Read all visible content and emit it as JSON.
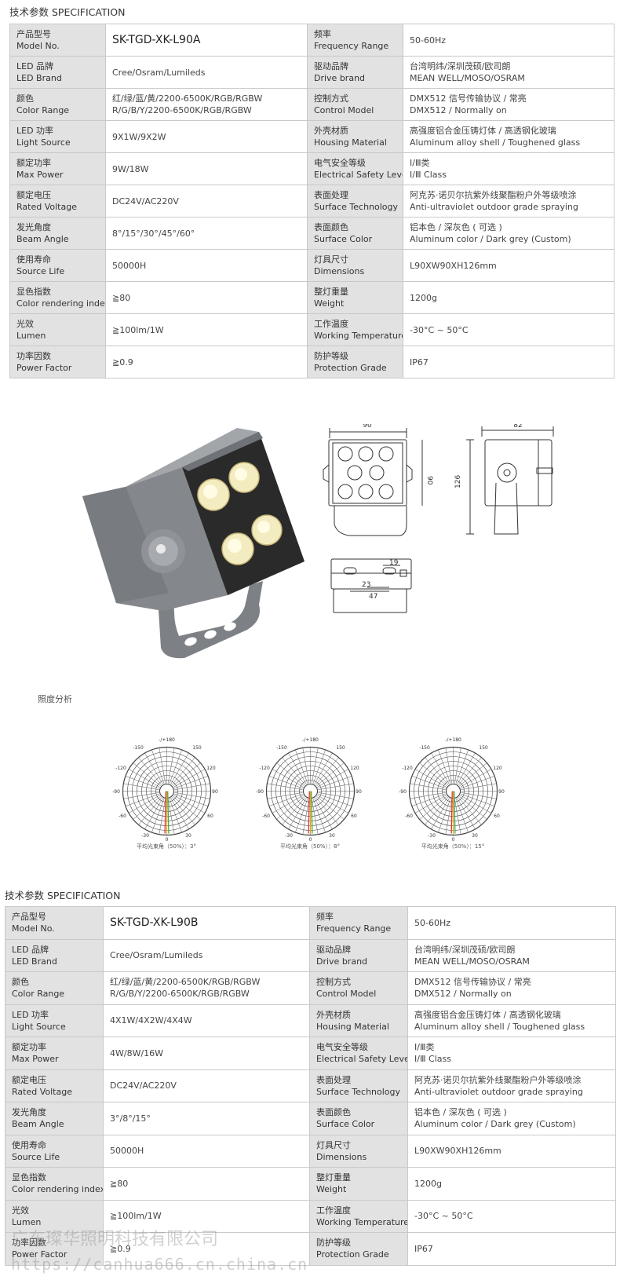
{
  "section_a": {
    "title": "技术参数 SPECIFICATION",
    "rows": [
      {
        "l1_cn": "产品型号",
        "l1_en": "Model No.",
        "v1": [
          "SK-TGD-XK-L90A"
        ],
        "l2_cn": "频率",
        "l2_en": "Frequency Range",
        "v2": [
          "50-60Hz"
        ]
      },
      {
        "l1_cn": "LED 品牌",
        "l1_en": "LED Brand",
        "v1": [
          "Cree/Osram/Lumileds"
        ],
        "l2_cn": "驱动品牌",
        "l2_en": "Drive brand",
        "v2": [
          "台湾明纬/深圳茂硕/欧司朗",
          "MEAN WELL/MOSO/OSRAM"
        ]
      },
      {
        "l1_cn": "颜色",
        "l1_en": "Color Range",
        "v1": [
          "红/绿/蓝/黄/2200-6500K/RGB/RGBW",
          "R/G/B/Y/2200-6500K/RGB/RGBW"
        ],
        "l2_cn": "控制方式",
        "l2_en": "Control Model",
        "v2": [
          "DMX512 信号传输协议 / 常亮",
          "DMX512 / Normally on"
        ]
      },
      {
        "l1_cn": "LED 功率",
        "l1_en": "Light Source",
        "v1": [
          "9X1W/9X2W"
        ],
        "l2_cn": "外壳材质",
        "l2_en": "Housing Material",
        "v2": [
          "高强度铝合金压铸灯体 / 高透钢化玻璃",
          "Aluminum alloy shell / Toughened glass"
        ]
      },
      {
        "l1_cn": "额定功率",
        "l1_en": "Max Power",
        "v1": [
          "9W/18W"
        ],
        "l2_cn": "电气安全等级",
        "l2_en": "Electrical Safety Level",
        "v2": [
          "Ⅰ/Ⅲ类",
          "Ⅰ/Ⅲ Class"
        ]
      },
      {
        "l1_cn": "额定电压",
        "l1_en": "Rated Voltage",
        "v1": [
          "DC24V/AC220V"
        ],
        "l2_cn": "表面处理",
        "l2_en": "Surface Technology",
        "v2": [
          "阿克苏·诺贝尔抗紫外线聚酯粉户外等级喷涂",
          "Anti-ultraviolet outdoor grade spraying"
        ]
      },
      {
        "l1_cn": "发光角度",
        "l1_en": "Beam Angle",
        "v1": [
          "8°/15°/30°/45°/60°"
        ],
        "l2_cn": "表面颜色",
        "l2_en": "Surface Color",
        "v2": [
          "铝本色 / 深灰色 ( 可选 )",
          "Aluminum color / Dark grey (Custom)"
        ]
      },
      {
        "l1_cn": "使用寿命",
        "l1_en": "Source Life",
        "v1": [
          "50000H"
        ],
        "l2_cn": "灯具尺寸",
        "l2_en": "Dimensions",
        "v2": [
          "L90XW90XH126mm"
        ]
      },
      {
        "l1_cn": "显色指数",
        "l1_en": "Color rendering index",
        "v1": [
          "≧80"
        ],
        "l2_cn": "整灯重量",
        "l2_en": "Weight",
        "v2": [
          "1200g"
        ]
      },
      {
        "l1_cn": "光效",
        "l1_en": "Lumen",
        "v1": [
          "≧100lm/1W"
        ],
        "l2_cn": "工作温度",
        "l2_en": "Working Temperature",
        "v2": [
          "-30°C ~ 50°C"
        ]
      },
      {
        "l1_cn": "功率因数",
        "l1_en": "Power Factor",
        "v1": [
          "≧0.9"
        ],
        "l2_cn": "防护等级",
        "l2_en": "Protection Grade",
        "v2": [
          "IP67"
        ]
      }
    ]
  },
  "drawing": {
    "front_width": "90",
    "front_height": "90",
    "side_width": "82",
    "side_height": "126",
    "bottom_dim_a": "19",
    "bottom_dim_b": "23",
    "bottom_dim_c": "47"
  },
  "illumination": {
    "label": "照度分析",
    "charts": [
      {
        "caption": "平均光束角（50%）：3°"
      },
      {
        "caption": "平均光束角（50%）：8°"
      },
      {
        "caption": "平均光束角（50%）：15°"
      }
    ],
    "angle_labels": {
      "top": "-/+180",
      "tl": "-150",
      "tr": "150",
      "l1": "-120",
      "r1": "120",
      "l2": "-90",
      "r2": "90",
      "l3": "-60",
      "r3": "60",
      "bl": "-30",
      "bm": "0",
      "br": "30"
    }
  },
  "section_b": {
    "title": "技术参数 SPECIFICATION",
    "rows": [
      {
        "l1_cn": "产品型号",
        "l1_en": "Model No.",
        "v1": [
          "SK-TGD-XK-L90B"
        ],
        "l2_cn": "频率",
        "l2_en": "Frequency Range",
        "v2": [
          "50-60Hz"
        ]
      },
      {
        "l1_cn": "LED 品牌",
        "l1_en": "LED Brand",
        "v1": [
          "Cree/Osram/Lumileds"
        ],
        "l2_cn": "驱动品牌",
        "l2_en": "Drive brand",
        "v2": [
          "台湾明纬/深圳茂硕/欧司朗",
          "MEAN WELL/MOSO/OSRAM"
        ]
      },
      {
        "l1_cn": "颜色",
        "l1_en": "Color Range",
        "v1": [
          "红/绿/蓝/黄/2200-6500K/RGB/RGBW",
          "R/G/B/Y/2200-6500K/RGB/RGBW"
        ],
        "l2_cn": "控制方式",
        "l2_en": "Control Model",
        "v2": [
          "DMX512 信号传输协议 / 常亮",
          "DMX512 / Normally on"
        ]
      },
      {
        "l1_cn": "LED 功率",
        "l1_en": "Light Source",
        "v1": [
          "4X1W/4X2W/4X4W"
        ],
        "l2_cn": "外壳材质",
        "l2_en": "Housing Material",
        "v2": [
          "高强度铝合金压铸灯体 / 高透钢化玻璃",
          "Aluminum alloy shell / Toughened glass"
        ]
      },
      {
        "l1_cn": "额定功率",
        "l1_en": "Max Power",
        "v1": [
          "4W/8W/16W"
        ],
        "l2_cn": "电气安全等级",
        "l2_en": "Electrical Safety Level",
        "v2": [
          "Ⅰ/Ⅲ类",
          "Ⅰ/Ⅲ Class"
        ]
      },
      {
        "l1_cn": "额定电压",
        "l1_en": "Rated Voltage",
        "v1": [
          "DC24V/AC220V"
        ],
        "l2_cn": "表面处理",
        "l2_en": "Surface Technology",
        "v2": [
          "阿克苏·诺贝尔抗紫外线聚酯粉户外等级喷涂",
          "Anti-ultraviolet outdoor grade spraying"
        ]
      },
      {
        "l1_cn": "发光角度",
        "l1_en": "Beam Angle",
        "v1": [
          "3°/8°/15°"
        ],
        "l2_cn": "表面颜色",
        "l2_en": "Surface Color",
        "v2": [
          "铝本色 / 深灰色 ( 可选 )",
          "Aluminum color / Dark grey (Custom)"
        ]
      },
      {
        "l1_cn": "使用寿命",
        "l1_en": "Source Life",
        "v1": [
          "50000H"
        ],
        "l2_cn": "灯具尺寸",
        "l2_en": "Dimensions",
        "v2": [
          "L90XW90XH126mm"
        ]
      },
      {
        "l1_cn": "显色指数",
        "l1_en": "Color rendering index",
        "v1": [
          "≧80"
        ],
        "l2_cn": "整灯重量",
        "l2_en": "Weight",
        "v2": [
          "1200g"
        ]
      },
      {
        "l1_cn": "光效",
        "l1_en": "Lumen",
        "v1": [
          "≧100lm/1W"
        ],
        "l2_cn": "工作温度",
        "l2_en": "Working Temperature",
        "v2": [
          "-30°C ~ 50°C"
        ]
      },
      {
        "l1_cn": "功率因数",
        "l1_en": "Power Factor",
        "v1": [
          "≧0.9"
        ],
        "l2_cn": "防护等级",
        "l2_en": "Protection Grade",
        "v2": [
          "IP67"
        ]
      }
    ]
  },
  "watermark": {
    "company": "广东璨华照明科技有限公司",
    "url": "https://canhua666.cn.china.cn"
  },
  "colors": {
    "label_bg": "#e2e2e2",
    "border": "#c9c9c9",
    "housing": "#8c8f93",
    "led_glow": "#f3ecc0"
  }
}
